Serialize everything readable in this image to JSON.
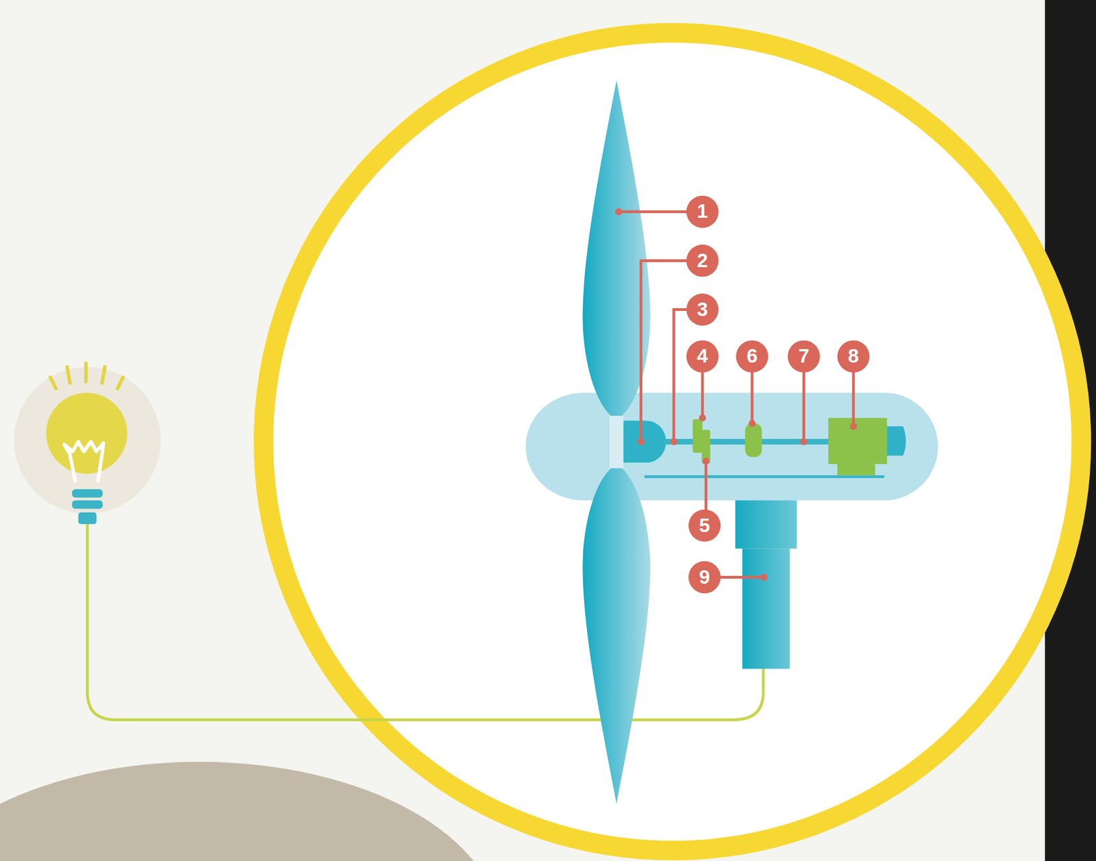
{
  "diagram": {
    "labels": [
      "1",
      "2",
      "3",
      "4",
      "6",
      "7",
      "8",
      "5",
      "9"
    ]
  }
}
